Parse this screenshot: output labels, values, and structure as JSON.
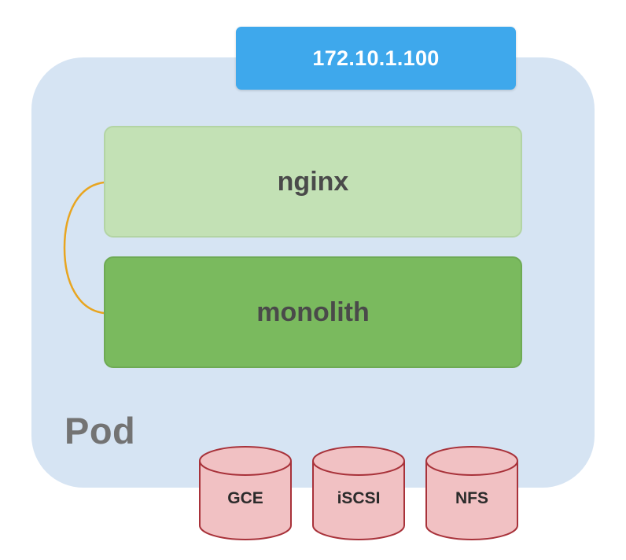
{
  "ip_address": "172.10.1.100",
  "containers": {
    "top": "nginx",
    "bottom": "monolith"
  },
  "pod_label": "Pod",
  "volumes": [
    "GCE",
    "iSCSI",
    "NFS"
  ],
  "colors": {
    "pod_background": "#d6e4f3",
    "ip_box": "#3ea8ec",
    "nginx_box": "#c3e1b5",
    "monolith_box": "#7aba5e",
    "link_line": "#e8a520",
    "volume_fill": "#f1c1c3",
    "volume_stroke": "#a8323a"
  }
}
